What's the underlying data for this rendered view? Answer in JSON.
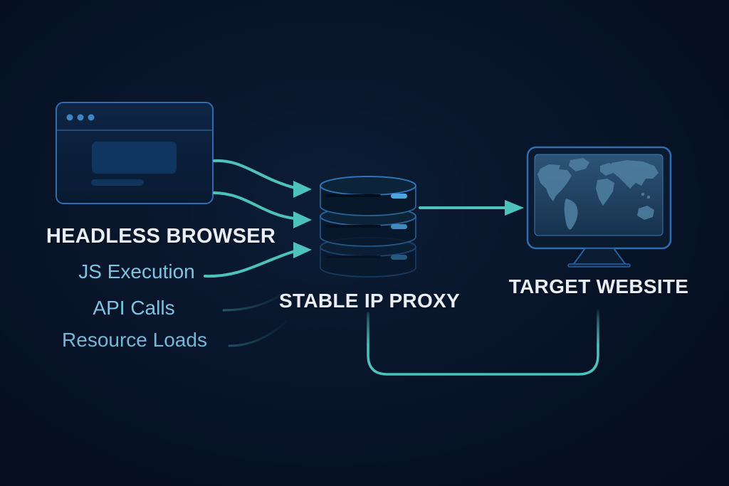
{
  "diagram": {
    "type": "flow-diagram",
    "nodes": {
      "headless_browser": {
        "label": "HEADLESS BROWSER",
        "icon": "browser-window-icon"
      },
      "stable_ip_proxy": {
        "label": "STABLE IP PROXY",
        "icon": "database-stack-icon"
      },
      "target_website": {
        "label": "TARGET WEBSITE",
        "icon": "monitor-world-map-icon"
      }
    },
    "browser_outputs": {
      "js_execution": "JS Execution",
      "api_calls": "API Calls",
      "resource_loads": "Resource Loads"
    },
    "flows": [
      {
        "from": "headless_browser",
        "to": "stable_ip_proxy",
        "style": "curved-teal-arrow",
        "count": 3
      },
      {
        "from": "stable_ip_proxy",
        "to": "target_website",
        "style": "straight-teal-arrow"
      },
      {
        "from": "stable_ip_proxy",
        "to": "target_website",
        "style": "u-shaped-return-line"
      }
    ],
    "colors": {
      "background": "#071327",
      "accent_teal": "#4dc2bd",
      "outline_blue": "#2e6cb0",
      "indicator_blue": "#4aa7e0",
      "heading_text": "#e9eef4",
      "feature_text": "#7fc3e0",
      "map_fill": "#4e7d9e"
    }
  }
}
